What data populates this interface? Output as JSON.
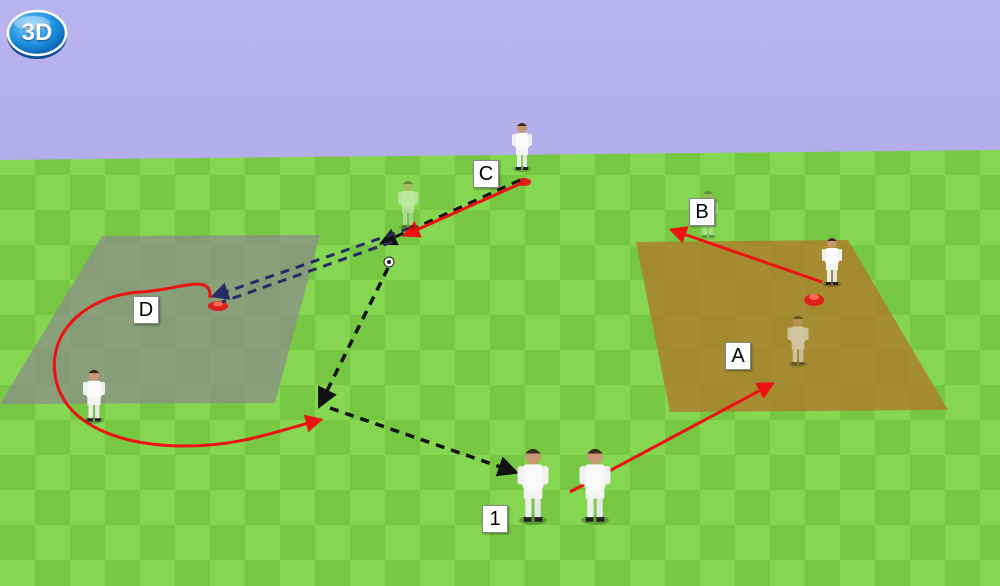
{
  "badge": {
    "label": "3D"
  },
  "labels": {
    "a": "A",
    "b": "B",
    "c": "C",
    "d": "D",
    "one": "1"
  },
  "colors": {
    "sky": "#a9a4e4",
    "pitch_light": "#8fe35a",
    "pitch_dark": "#5dbb2b",
    "zone_grey": "#8a8a8a",
    "zone_orange": "#b0782a",
    "run_arrow": "#ee1111",
    "pass_arrow": "#111111",
    "badge": "#1c8fe0"
  },
  "icons": [
    "player-figure",
    "cone-marker",
    "football-icon",
    "badge-3d-icon"
  ]
}
